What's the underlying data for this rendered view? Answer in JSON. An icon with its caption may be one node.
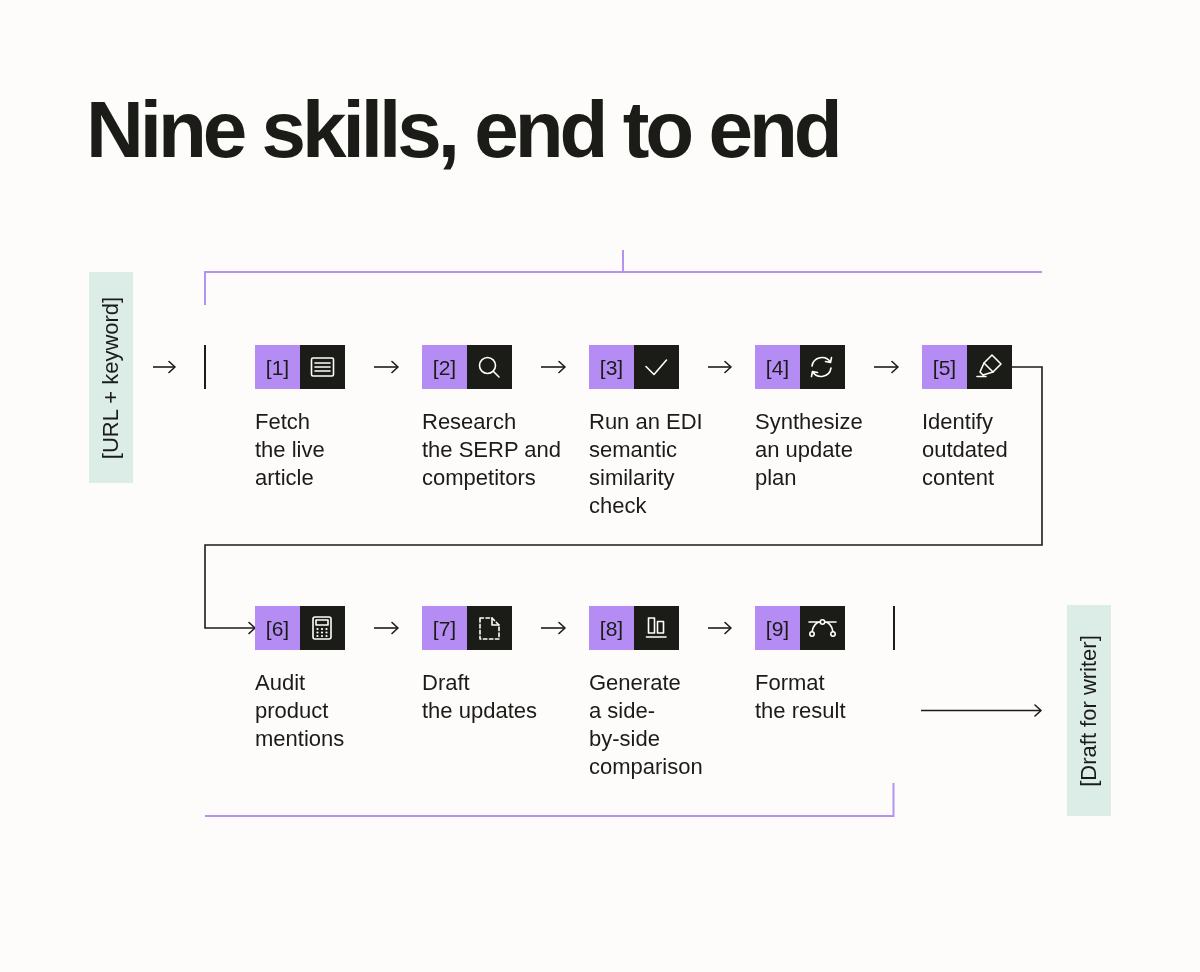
{
  "diagram": {
    "title": "Nine skills, end to end",
    "nodes": [
      {
        "text": [
          "[URL + keyword]"
        ]
      },
      {
        "text": [],
        "shape": "bar"
      },
      {
        "text": [
          "[1]"
        ],
        "beside": [
          "Fetch the live article"
        ]
      },
      {
        "text": [
          "[2]"
        ],
        "beside": [
          "Research the SERP and competitors"
        ]
      },
      {
        "text": [
          "[3]"
        ],
        "beside": [
          "Run an EDI semantic similarity check"
        ]
      },
      {
        "text": [
          "[4]"
        ],
        "beside": [
          "Synthesize an update plan"
        ]
      },
      {
        "text": [
          "[5]"
        ],
        "beside": [
          "Identify outdated content"
        ]
      },
      {
        "text": [
          "[6]"
        ],
        "beside": [
          "Audit product mentions"
        ]
      },
      {
        "text": [
          "[7]"
        ],
        "beside": [
          "Draft the updates"
        ]
      },
      {
        "text": [
          "[8]"
        ],
        "beside": [
          "Generate a side-by-side comparison"
        ]
      },
      {
        "text": [
          "[9]"
        ],
        "beside": [
          "Format the result"
        ]
      },
      {
        "text": [],
        "shape": "bar"
      },
      {
        "text": [
          "[Draft for writer]"
        ]
      }
    ],
    "edges": [
      {
        "from": 0,
        "to": 1,
        "arrow": "to"
      },
      {
        "from": 2,
        "to": 3,
        "arrow": "to"
      },
      {
        "from": 3,
        "to": 4,
        "arrow": "to"
      },
      {
        "from": 4,
        "to": 5,
        "arrow": "to"
      },
      {
        "from": 5,
        "to": 6,
        "arrow": "to"
      },
      {
        "from": 6,
        "to": 7,
        "arrow": "to"
      },
      {
        "from": 7,
        "to": 8,
        "arrow": "to"
      },
      {
        "from": 8,
        "to": 9,
        "arrow": "to"
      },
      {
        "from": 9,
        "to": 10,
        "arrow": "to"
      },
      {
        "from": 11,
        "to": 12,
        "arrow": "to"
      }
    ]
  }
}
